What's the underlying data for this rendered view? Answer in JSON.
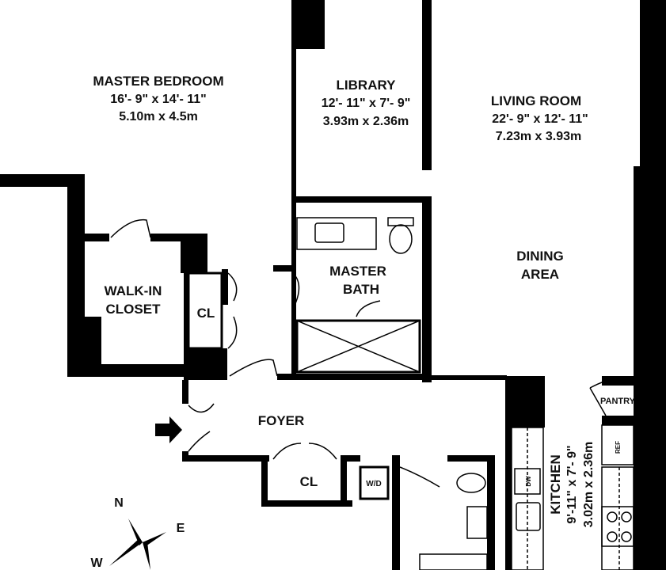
{
  "rooms": {
    "master_bedroom": {
      "name": "MASTER BEDROOM",
      "imperial": "16'- 9\" x 14'- 11\"",
      "metric": "5.10m x 4.5m"
    },
    "library": {
      "name": "LIBRARY",
      "imperial": "12'- 11\" x 7'- 9\"",
      "metric": "3.93m x 2.36m"
    },
    "living_room": {
      "name": "LIVING ROOM",
      "imperial": "22'- 9\" x 12'- 11\"",
      "metric": "7.23m x 3.93m"
    },
    "dining": {
      "line1": "DINING",
      "line2": "AREA"
    },
    "master_bath": {
      "line1": "MASTER",
      "line2": "BATH"
    },
    "walk_in_closet": {
      "line1": "WALK-IN",
      "line2": "CLOSET"
    },
    "closet_1": {
      "name": "CL"
    },
    "closet_2": {
      "name": "CL"
    },
    "foyer": {
      "name": "FOYER"
    },
    "pantry": {
      "name": "PANTRY"
    },
    "kitchen": {
      "name": "KITCHEN",
      "imperial": "9'-11\" x 7'- 9\"",
      "metric": "3.02m x 2.36m"
    }
  },
  "fixtures": {
    "washer_dryer": "W/D",
    "dishwasher": "DW",
    "refrigerator": "REF"
  },
  "compass": {
    "n": "N",
    "e": "E",
    "w": "W"
  }
}
